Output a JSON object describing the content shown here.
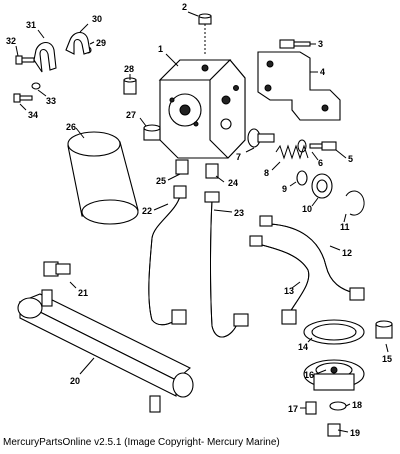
{
  "diagram": {
    "callouts": [
      "1",
      "2",
      "3",
      "4",
      "5",
      "6",
      "7",
      "8",
      "9",
      "10",
      "11",
      "12",
      "13",
      "14",
      "15",
      "16",
      "17",
      "18",
      "19",
      "20",
      "21",
      "22",
      "23",
      "24",
      "25",
      "26",
      "27",
      "28",
      "29",
      "30",
      "31",
      "32",
      "33",
      "34"
    ]
  },
  "caption": "MercuryPartsOnline v2.5.1 (Image Copyright- Mercury Marine)"
}
